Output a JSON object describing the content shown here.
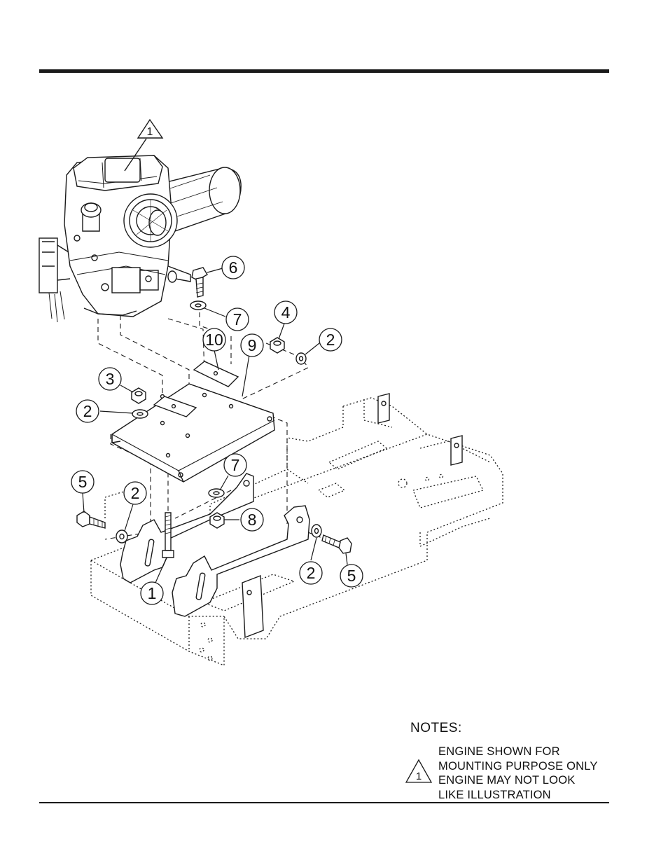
{
  "figure": {
    "engine_callout": "1",
    "callouts": [
      {
        "id": "c-6",
        "label": "6"
      },
      {
        "id": "c-7-top",
        "label": "7"
      },
      {
        "id": "c-4",
        "label": "4"
      },
      {
        "id": "c-2-right",
        "label": "2"
      },
      {
        "id": "c-10",
        "label": "10"
      },
      {
        "id": "c-9",
        "label": "9"
      },
      {
        "id": "c-3",
        "label": "3"
      },
      {
        "id": "c-2-left",
        "label": "2"
      },
      {
        "id": "c-5-left",
        "label": "5"
      },
      {
        "id": "c-2-lower",
        "label": "2"
      },
      {
        "id": "c-7-lower",
        "label": "7"
      },
      {
        "id": "c-8",
        "label": "8"
      },
      {
        "id": "c-2-bottom",
        "label": "2"
      },
      {
        "id": "c-5-right",
        "label": "5"
      },
      {
        "id": "c-1",
        "label": "1"
      }
    ]
  },
  "notes": {
    "title": "NOTES:",
    "marker": "1",
    "lines": [
      "ENGINE SHOWN FOR",
      "MOUNTING PURPOSE ONLY",
      "ENGINE MAY NOT LOOK",
      "LIKE ILLUSTRATION"
    ]
  }
}
